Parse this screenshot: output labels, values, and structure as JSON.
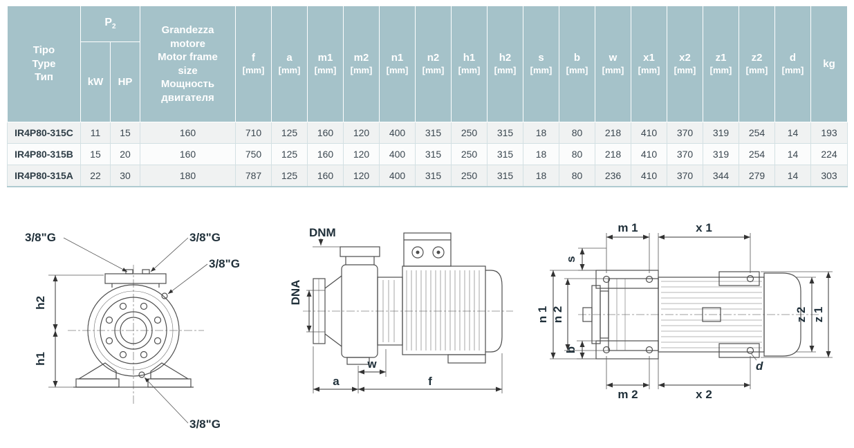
{
  "table": {
    "header": {
      "type_lines": [
        "Tipo",
        "Type",
        "Тип"
      ],
      "p2_main": "P",
      "p2_sub": "2",
      "kw": "kW",
      "hp": "HP",
      "frame_lines": [
        "Grandezza",
        "motore",
        "Motor frame",
        "size",
        "Мощность",
        "двигателя"
      ],
      "dims": [
        "f",
        "a",
        "m1",
        "m2",
        "n1",
        "n2",
        "h1",
        "h2",
        "s",
        "b",
        "w",
        "x1",
        "x2",
        "z1",
        "z2",
        "d"
      ],
      "unit": "[mm]",
      "kg": "kg"
    },
    "rows": [
      {
        "type": "IR4P80-315C",
        "kw": "11",
        "hp": "15",
        "frame": "160",
        "values": [
          "710",
          "125",
          "160",
          "120",
          "400",
          "315",
          "250",
          "315",
          "18",
          "80",
          "218",
          "410",
          "370",
          "319",
          "254",
          "14"
        ],
        "kg": "193"
      },
      {
        "type": "IR4P80-315B",
        "kw": "15",
        "hp": "20",
        "frame": "160",
        "values": [
          "750",
          "125",
          "160",
          "120",
          "400",
          "315",
          "250",
          "315",
          "18",
          "80",
          "218",
          "410",
          "370",
          "319",
          "254",
          "14"
        ],
        "kg": "224"
      },
      {
        "type": "IR4P80-315A",
        "kw": "22",
        "hp": "30",
        "frame": "180",
        "values": [
          "787",
          "125",
          "160",
          "120",
          "400",
          "315",
          "250",
          "315",
          "18",
          "80",
          "236",
          "410",
          "370",
          "344",
          "279",
          "14"
        ],
        "kg": "303"
      }
    ]
  },
  "drawings": {
    "front": {
      "plug_top_left": "3/8\"G",
      "plug_top_right": "3/8\"G",
      "plug_right": "3/8\"G",
      "plug_bottom": "3/8\"G",
      "h2": "h2",
      "h1": "h1"
    },
    "side": {
      "dnm": "DNM",
      "dna": "DNA",
      "w": "w",
      "a": "a",
      "f": "f"
    },
    "top": {
      "m1": "m 1",
      "x1": "x 1",
      "s": "s",
      "n1": "n 1",
      "n2": "n 2",
      "z2": "z 2",
      "z1": "z 1",
      "b": "b",
      "m2": "m 2",
      "x2": "x 2",
      "d": "d"
    }
  },
  "colors": {
    "header_bg": "#a5c2c9",
    "row_alt_bg": "#f0f2f2",
    "grid": "#d3e0e3",
    "text_dark": "#3b4750"
  }
}
